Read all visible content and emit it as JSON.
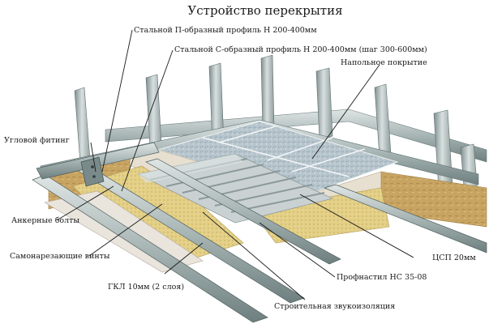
{
  "title": "Устройство перекрытия",
  "labels": {
    "p_profile": "Стальной П-образный профиль Н 200-400мм",
    "c_profile": "Стальной С-образный профиль Н 200-400мм (шаг 300-600мм)",
    "floor_cover": "Напольное покрытие",
    "corner_fitting": "Угловой фитинг",
    "anchor_bolts": "Анкерные болты",
    "self_tapping_screws": "Самонарезающие винты",
    "gkl": "ГКЛ 10мм (2 слоя)",
    "sound_insulation": "Строительная звукоизоляция",
    "profnastil": "Профнастил НС 35-08",
    "tsp": "ЦСП 20мм"
  },
  "colors": {
    "steel_light": "#c9d3d3",
    "steel_mid": "#9faeae",
    "steel_dark": "#5f7070",
    "insulation": "#d9c27a",
    "osb": "#c9a864",
    "floor_tile": "#b9c7cf",
    "board": "#e6dccb",
    "leader_line": "#1a1a1a"
  }
}
